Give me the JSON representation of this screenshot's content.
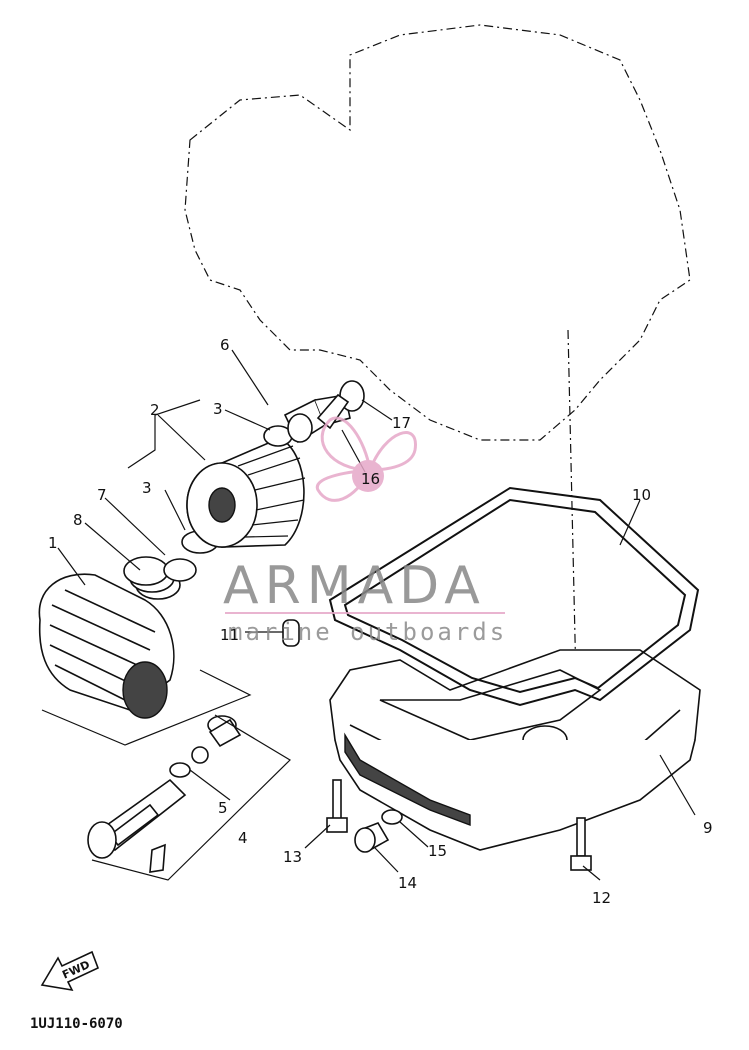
{
  "diagram": {
    "callouts": [
      {
        "id": "c1",
        "label": "1"
      },
      {
        "id": "c2",
        "label": "2"
      },
      {
        "id": "c3a",
        "label": "3"
      },
      {
        "id": "c3b",
        "label": "3"
      },
      {
        "id": "c4",
        "label": "4"
      },
      {
        "id": "c5",
        "label": "5"
      },
      {
        "id": "c6",
        "label": "6"
      },
      {
        "id": "c7",
        "label": "7"
      },
      {
        "id": "c8",
        "label": "8"
      },
      {
        "id": "c9",
        "label": "9"
      },
      {
        "id": "c10",
        "label": "10"
      },
      {
        "id": "c11",
        "label": "11"
      },
      {
        "id": "c12",
        "label": "12"
      },
      {
        "id": "c13",
        "label": "13"
      },
      {
        "id": "c14",
        "label": "14"
      },
      {
        "id": "c15",
        "label": "15"
      },
      {
        "id": "c16",
        "label": "16"
      },
      {
        "id": "c17",
        "label": "17"
      }
    ],
    "fwd_label": "FWD",
    "diagram_code": "1UJ110-6070"
  },
  "watermark": {
    "brand": "ARMADA",
    "tagline": "marine outboards",
    "color": "#e6a8c8"
  }
}
